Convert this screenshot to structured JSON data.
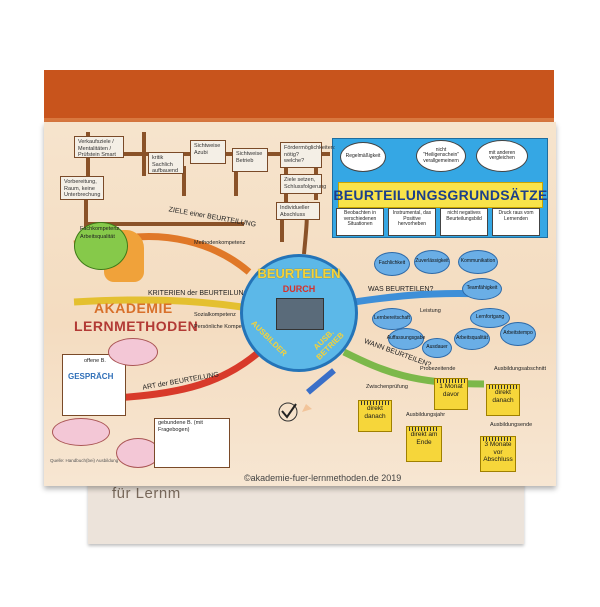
{
  "background_label": "für Lernm",
  "branding": {
    "line1": "AKADEMIE",
    "line2": "LERNMETHODEN"
  },
  "center": {
    "title": "BEURTEILEN",
    "durch": "DURCH",
    "ausbilder": "AUSBILDER",
    "betrieb": "AUSB. BETRIEB"
  },
  "blue_panel": {
    "banner": "BEURTEILUNGSGRUNDSÄTZE",
    "top_bubbles": [
      "Regelmäßigkeit",
      "nicht \"Heiligenschein\" verallgemeinern",
      "mit anderen vergleichen"
    ],
    "bottom_notes": [
      "Beobachten in verschiedenen Situationen",
      "Instrumental, das Positive hervorheben",
      "nicht negatives Beurteilungsbild",
      "Druck raus vom Lernenden"
    ]
  },
  "wood_notes": [
    "Verkaufsziele / Mentalitäten / Prüfstein Smart",
    "kritik Sachlich aufbauend",
    "Sichtweise Azubi",
    "Sichtweise Betrieb",
    "Fördermöglichkeiten: nötig? welche?",
    "Ziele setzen, Schlussfolgerung",
    "Vorbereitung, Raum, keine Unterbrechung",
    "Individueller Abschluss"
  ],
  "branches": {
    "ziele": "ZIELE einer BEURTEILUNG",
    "kriterien": "KRITERIEN der BEURTEILUNG",
    "art": "ART der BEURTEILUNG",
    "was": "WAS BEURTEILEN?",
    "wann": "WANN BEURTEILEN?"
  },
  "kriterien_items": [
    "Fachkompetenz",
    "Arbeitsqualität",
    "Methodenkompetenz",
    "Sozialkompetenz",
    "Persönliche Kompetenz"
  ],
  "art": {
    "offene_b": "offene B.",
    "gespraech": "GESPRÄCH",
    "gebundene_b": "gebundene B. (mit Fragebogen)"
  },
  "was_items": [
    "Fachlichkeit",
    "Zuverlässigkeit",
    "Kommunikation",
    "Teamfähigkeit",
    "Lernbereitschaft",
    "Leistung",
    "Auffassungsgabe",
    "Arbeitsqualität",
    "Ausdauer",
    "Lernfortgang",
    "Arbeitstempo"
  ],
  "wann_stickies": [
    "direkt danach",
    "1 Monat davor",
    "direkt danach",
    "direkt am Ende",
    "3 Monate vor Abschluss"
  ],
  "wann_labels": [
    "Zwischenprüfung",
    "Probezeitende",
    "Ausbildungsabschnitt",
    "Ausbildungsjahr",
    "Ausbildungsende"
  ],
  "footer": "©akademie-fuer-lernmethoden.de 2019",
  "source": "Quelle: Handbuch(bei) Ausbildung"
}
